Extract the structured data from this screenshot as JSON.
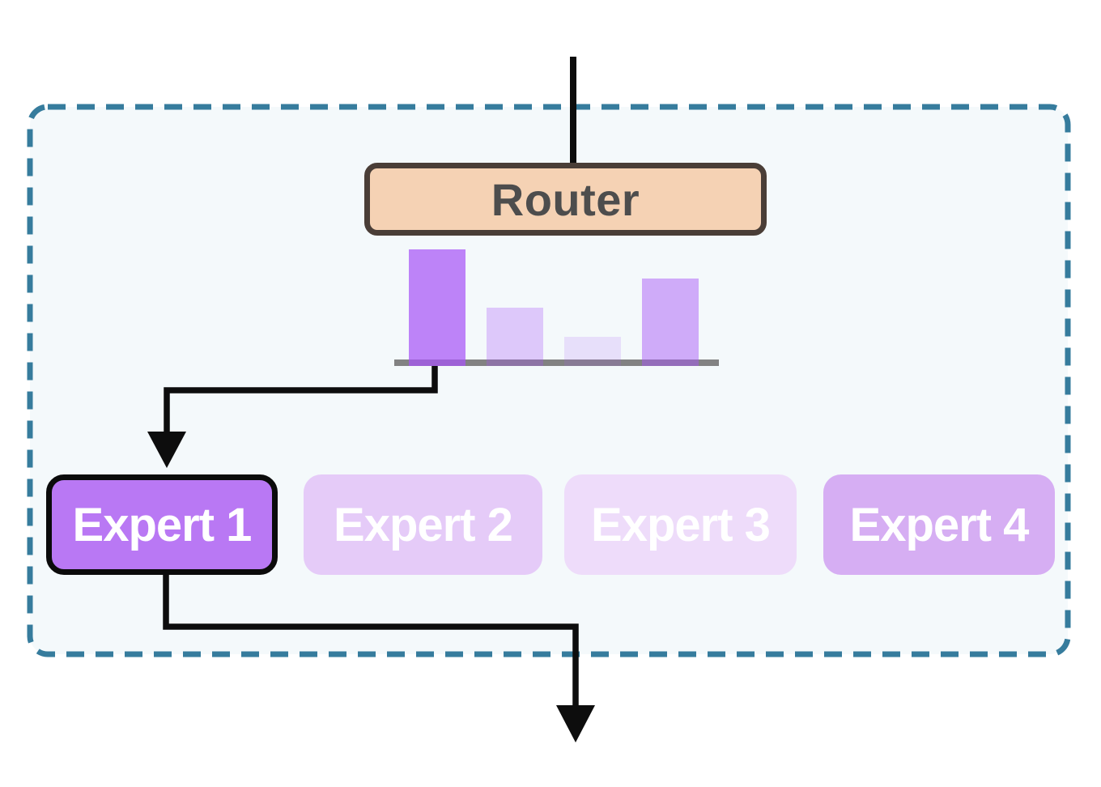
{
  "router": {
    "label": "Router",
    "fill": "#f5d2b4",
    "border_color": "#4a3e37",
    "text_color": "#4d4d4d"
  },
  "experts": [
    {
      "label": "Expert 1",
      "selected": true,
      "fill": "#b978f4",
      "border_color": "#0b0b0b",
      "text_color": "#ffffff"
    },
    {
      "label": "Expert 2",
      "selected": false,
      "fill": "#e5cbf8",
      "border_color": null,
      "text_color": "#ffffff"
    },
    {
      "label": "Expert 3",
      "selected": false,
      "fill": "#eedcfa",
      "border_color": null,
      "text_color": "#ffffff"
    },
    {
      "label": "Expert 4",
      "selected": false,
      "fill": "#d6aef3",
      "border_color": null,
      "text_color": "#ffffff"
    }
  ],
  "chart_data": {
    "type": "bar",
    "categories": [
      "Expert 1",
      "Expert 2",
      "Expert 3",
      "Expert 4"
    ],
    "values": [
      0.4,
      0.2,
      0.1,
      0.3
    ],
    "title": "",
    "xlabel": "",
    "ylabel": "",
    "ylim": [
      0,
      0.4
    ],
    "grid": false,
    "legend": false,
    "bar_base_color": "#a855f7",
    "bar_opacities": [
      0.72,
      0.3,
      0.16,
      0.48
    ],
    "baseline_color": "#828282"
  },
  "colors": {
    "boundary_stroke": "#367c9d",
    "boundary_fill": "#f4f9fb",
    "page_background": "#ffffff",
    "arrow": "#0d0d0d"
  }
}
